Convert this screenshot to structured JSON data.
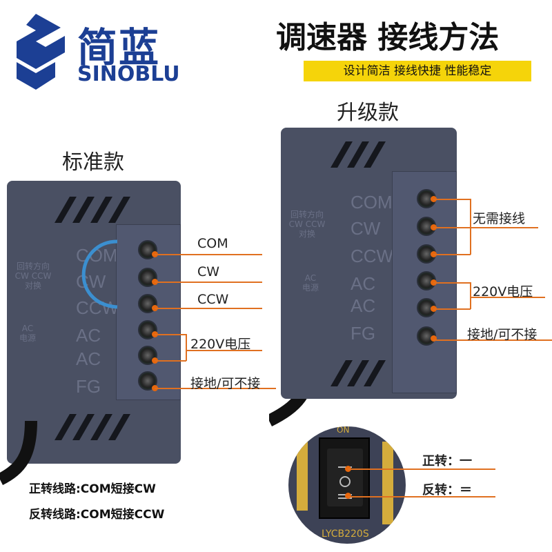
{
  "header": {
    "brand_cn": "简蓝",
    "brand_en": "SINOBLU",
    "title": "调速器 接线方法",
    "slogan": "设计简洁  接线快捷 性能稳定",
    "logo_icon": "sinoblu-logo-icon"
  },
  "standard": {
    "section_title": "标准款",
    "embossed": {
      "direction": "回转方向",
      "cw_ccw": "CW  CCW",
      "swap": "对换",
      "ac": "AC",
      "power": "电源",
      "terminals": [
        "COM",
        "CW",
        "CCW",
        "AC",
        "AC",
        "FG"
      ]
    },
    "callouts": {
      "com": "COM",
      "cw": "CW",
      "ccw": "CCW",
      "voltage": "220V电压",
      "ground": "接地/可不接"
    },
    "notes": [
      "正转线路:COM短接CW",
      "反转线路:COM短接CCW"
    ]
  },
  "upgraded": {
    "section_title": "升级款",
    "embossed": {
      "direction": "回转方向",
      "cw_ccw": "CW  CCW",
      "swap": "对换",
      "ac": "AC",
      "power": "电源",
      "terminals": [
        "COM",
        "CW",
        "CCW",
        "AC",
        "AC",
        "FG"
      ]
    },
    "callouts": {
      "no_wiring": "无需接线",
      "voltage": "220V电压",
      "ground": "接地/可不接"
    },
    "switch": {
      "forward": "正转：一",
      "reverse": "反转：＝",
      "model": "LYCB220S",
      "top_text": "ON"
    }
  },
  "colors": {
    "brand": "#1c3f94",
    "accent": "#e8670c",
    "highlight": "#f5d40a",
    "device": "#4a5063"
  }
}
